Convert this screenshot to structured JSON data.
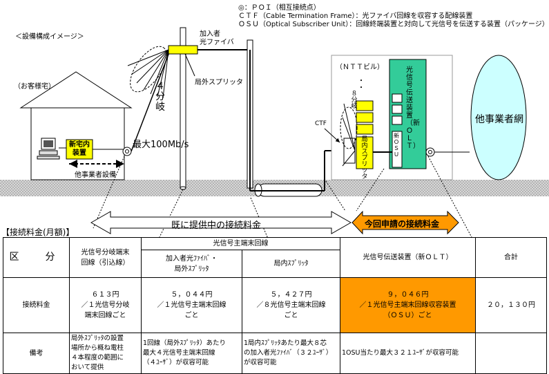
{
  "legend": {
    "poi": "◎：ＰＯＩ（相互接続点）",
    "ctf": "ＣＴＦ（Cable Termination Frame）：光ファイバ回線を収容する配線装置",
    "osu": "ＯＳＵ（Optical Subscriber Unit）：回線終端装置と対向して光信号を伝送する装置（パッケージ）"
  },
  "diagram": {
    "title": "＜設備構成イメージ＞",
    "customer_home": "（お客様宅）",
    "new_home_device": [
      "新宅内",
      "装置"
    ],
    "other_carrier_equipment": "他事業者設備",
    "four_branch": [
      "４",
      "分",
      "岐"
    ],
    "max_speed": "最大100Mb/s",
    "subscriber_fiber": [
      "加入者",
      "光ファイバ"
    ],
    "outside_splitter": "局外スプリッタ",
    "ntt_building": "（ＮＴＴビル）",
    "eight_branch": [
      "８",
      "分",
      "岐"
    ],
    "ctf_label": "CTF",
    "inside_splitter": [
      "局",
      "内",
      "ス",
      "プ",
      "リ",
      "ッ",
      "タ"
    ],
    "olt": "光信号伝送装置（新ＯＬＴ）",
    "new_osu": "新ＯＳＵ",
    "other_network": "他事業者網",
    "existing_fee": "既に提供中の接続料金",
    "current_fee": "今回申請の接続料金",
    "fee_title": "【接続料金(月額)】"
  },
  "table": {
    "headers": {
      "category": "区　分",
      "branch_line": [
        "光信号分岐端末",
        "回線（引込線）"
      ],
      "main_line": "光信号主端末回線",
      "sub_fiber_splitter": [
        "加入者光ﾌｧｲﾊﾞ・",
        "局外ｽﾌﾟﾘｯﾀ"
      ],
      "inside_splitter": "局内ｽﾌﾟﾘｯﾀ",
      "olt": "光信号伝送装置（新ＯＬＴ）",
      "total": "合計"
    },
    "fee_row": {
      "label": "接続料金",
      "branch_line": [
        "６１３円",
        "／１光信号分岐",
        "端末回線ごと"
      ],
      "sub_fiber_splitter": [
        "５，０４４円",
        "／１光信号主端末回線",
        "ごと"
      ],
      "inside_splitter": [
        "５，４２７円",
        "／８光信号主端末回線",
        "ごと"
      ],
      "olt": [
        "９，０４６円",
        "／１光信号主端末回線収容装置",
        "（ＯＳＵ）ごと"
      ],
      "total": "２０，１３０円"
    },
    "remark_row": {
      "label": "備考",
      "branch_line": [
        "局外ｽﾌﾟﾘｯﾀの設置",
        "場所から概ね電柱",
        "４本程度の範囲に",
        "おいて提供"
      ],
      "sub_fiber_splitter": [
        "1回線（局外ｽﾌﾟﾘｯﾀ）あたり",
        "最大４光信号主端末回線",
        "（４ﾕｰｻﾞ）が収容可能"
      ],
      "inside_splitter": [
        "1局内ｽﾌﾟﾘｯﾀあたり最大８芯",
        "の加入者光ﾌｧｲﾊﾞ（３２ﾕｰｻﾞ）",
        "が収容可能"
      ],
      "olt": "1OSU当たり最大３２１ﾕｰｻﾞが収容可能",
      "total": ""
    }
  },
  "colors": {
    "accent_orange": "#ff9900",
    "yellow": "#ffff00",
    "green": "#33cc99",
    "network_blue": "#ccffff",
    "ground": "#c0c0c0"
  }
}
